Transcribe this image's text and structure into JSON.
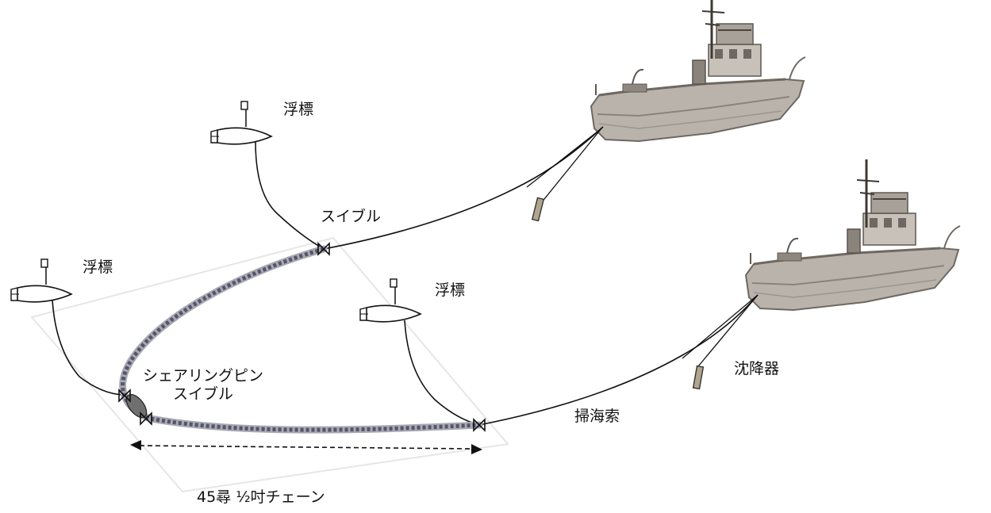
{
  "labels": {
    "buoy": "浮標",
    "swivel": "スイブル",
    "shearing_pin_line1": "シェアリングピン",
    "shearing_pin_line2": "スイブル",
    "depressor": "沈降器",
    "sweep_wire": "掃海索",
    "chain": "45尋 ½吋チェーン"
  },
  "colors": {
    "line": "#111111",
    "chain": "#5a5a68",
    "ship_hull": "#b9b2ab",
    "ship_dark": "#7c746e",
    "depressor": "#9a8f78"
  }
}
